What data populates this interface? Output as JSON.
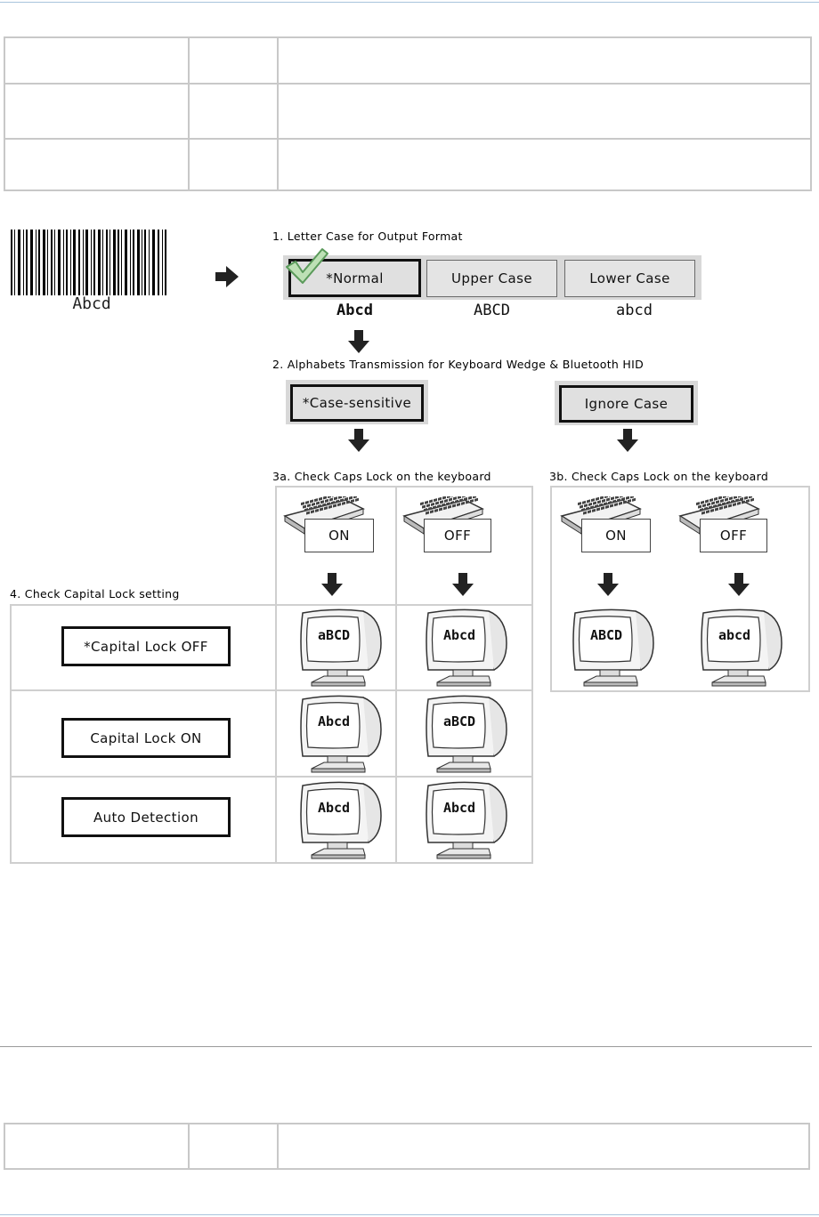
{
  "barcode": {
    "text": "Abcd"
  },
  "step1": {
    "title": "1. Letter Case for Output Format",
    "options": [
      "*Normal",
      "Upper Case",
      "Lower Case"
    ],
    "samples": [
      "Abcd",
      "ABCD",
      "abcd"
    ]
  },
  "step2": {
    "title": "2. Alphabets Transmission for Keyboard Wedge & Bluetooth HID",
    "options": [
      "*Case-sensitive",
      "Ignore Case"
    ]
  },
  "step3a": {
    "title": "3a. Check Caps Lock on the keyboard",
    "on": "ON",
    "off": "OFF"
  },
  "step3b": {
    "title": "3b. Check Caps Lock on the keyboard",
    "on": "ON",
    "off": "OFF",
    "results": [
      "ABCD",
      "abcd"
    ]
  },
  "step4": {
    "title": "4. Check Capital Lock setting",
    "rows": [
      {
        "label": "*Capital Lock OFF",
        "on": "aBCD",
        "off": "Abcd"
      },
      {
        "label": "Capital Lock ON",
        "on": "Abcd",
        "off": "aBCD"
      },
      {
        "label": "Auto Detection",
        "on": "Abcd",
        "off": "Abcd"
      }
    ]
  }
}
